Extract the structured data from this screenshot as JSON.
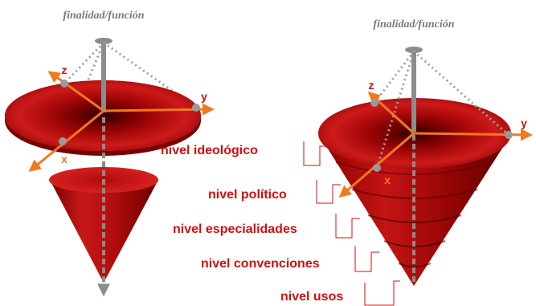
{
  "titles": {
    "left": "finalidad/función",
    "right": "finalidad/función"
  },
  "axes": {
    "x": "x",
    "y": "y",
    "z": "z"
  },
  "levels": [
    "nivel ideológico",
    "nivel político",
    "nivel especialidades",
    "nivel convenciones",
    "nivel usos"
  ],
  "colors": {
    "cone_dark": "#4a0000",
    "cone_mid": "#a00000",
    "cone_light": "#d81c1c",
    "axis_orange": "#f07820",
    "label_red": "#d01010",
    "shaft_gray": "#8c8c8c",
    "title_gray": "#7a7a7a"
  }
}
